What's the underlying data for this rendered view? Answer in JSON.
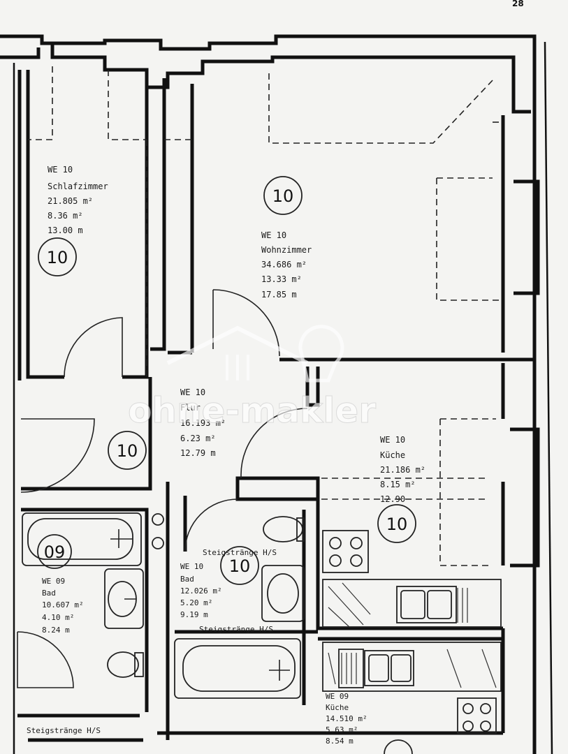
{
  "page": {
    "number": "28"
  },
  "watermark": {
    "text": "ohne-makler"
  },
  "rooms": [
    {
      "id": "schlafzimmer",
      "unit_badge": "10",
      "lines": [
        "WE 10",
        "Schlafzimmer",
        "21.805 m²",
        "8.36 m²",
        "13.00 m"
      ]
    },
    {
      "id": "wohnzimmer",
      "unit_badge": "10",
      "lines": [
        "WE 10",
        "Wohnzimmer",
        "34.686 m²",
        "13.33 m²",
        "17.85 m"
      ]
    },
    {
      "id": "flur",
      "unit_badge": "10",
      "lines": [
        "WE 10",
        "Flur",
        "16.193 m²",
        "6.23 m²",
        "12.79 m"
      ]
    },
    {
      "id": "kueche",
      "unit_badge": "10",
      "lines": [
        "WE 10",
        "Küche",
        "21.186 m²",
        "8.15 m²",
        "12.90"
      ]
    },
    {
      "id": "bad-10",
      "unit_badge": "10",
      "lines": [
        "WE 10",
        "Bad",
        "12.026 m²",
        "5.20 m²",
        "9.19 m"
      ]
    },
    {
      "id": "bad-09",
      "unit_badge": "09",
      "lines": [
        "WE 09",
        "Bad",
        "10.607 m²",
        "4.10 m²",
        "8.24 m"
      ]
    },
    {
      "id": "kueche-09",
      "unit_badge": "",
      "lines": [
        "WE 09",
        "Küche",
        "14.510 m²",
        "5.63 m²",
        "8.54 m"
      ]
    }
  ],
  "annotations": {
    "steigstrange_top": "Steigstränge H/S",
    "steigstrange_bad": "Steigstränge H/S",
    "steigstrange_bottom": "Steigstränge H/S"
  }
}
